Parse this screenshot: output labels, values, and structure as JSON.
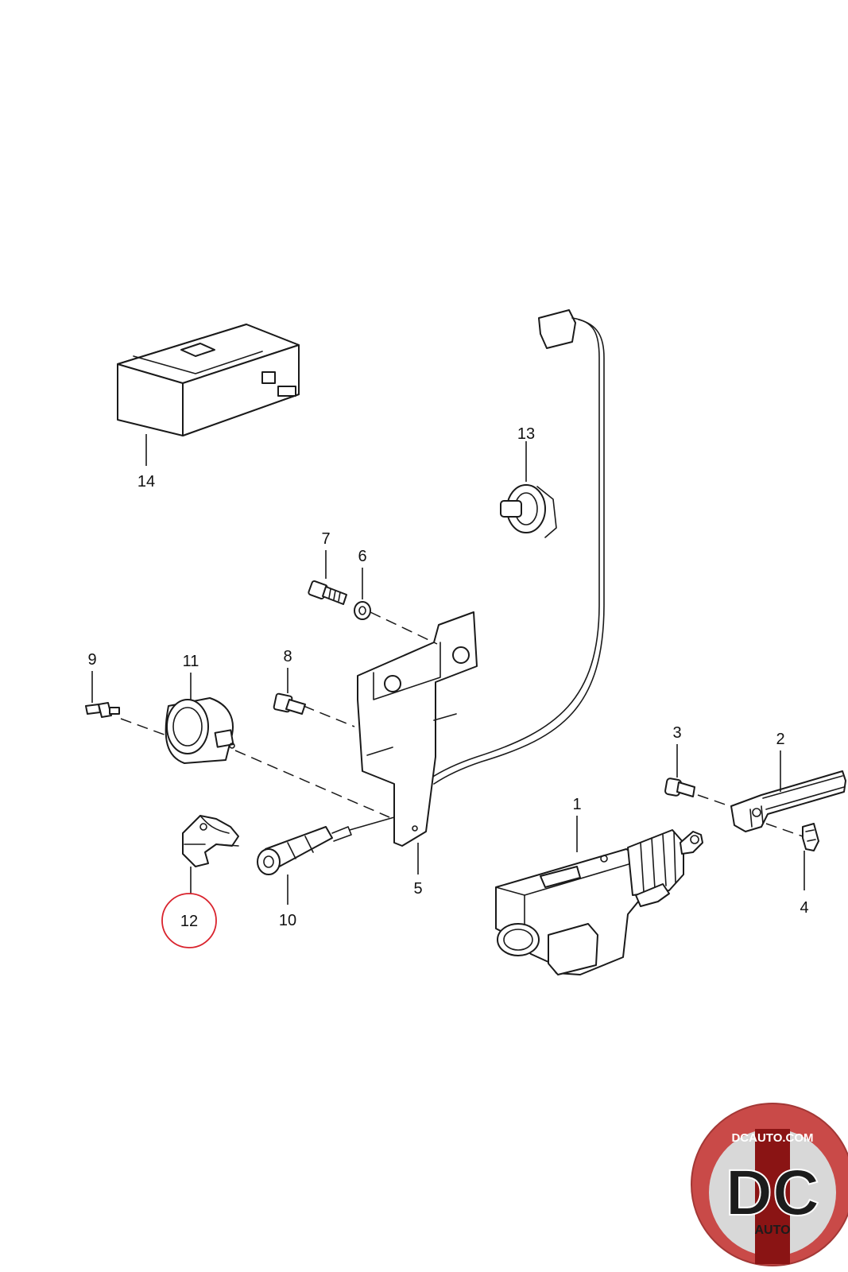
{
  "diagram": {
    "labels": {
      "p1": "1",
      "p2": "2",
      "p3": "3",
      "p4": "4",
      "p5": "5",
      "p6": "6",
      "p7": "7",
      "p8": "8",
      "p9": "9",
      "p10": "10",
      "p11": "11",
      "p12": "12",
      "p13": "13",
      "p14": "14"
    },
    "highlighted_part": "12",
    "highlight_color": "#d9232d"
  },
  "logo": {
    "name": "dcauto-logo",
    "text_top": "DCAUTO.COM",
    "text_main": "DC",
    "text_sub": "AUTO",
    "colors": {
      "outer": "#c94a48",
      "inner": "#d8d8d8",
      "stripe": "#8a1414",
      "text": "#1c1c1c"
    }
  }
}
